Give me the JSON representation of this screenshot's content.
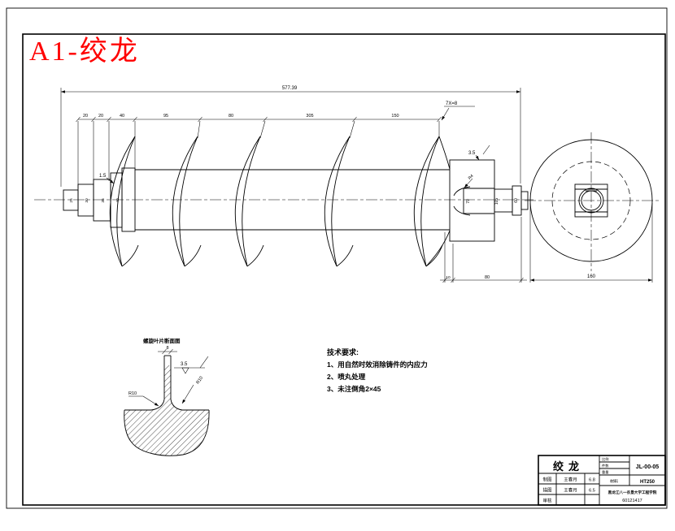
{
  "sheet": {
    "title": "A1-绞龙",
    "title_color": "#ff0000"
  },
  "main_view": {
    "overall_dim": "577.39",
    "segment_dims": [
      "20",
      "20",
      "40",
      "95",
      "80",
      "305",
      "150"
    ],
    "leader_note": "7X=8",
    "left_step_dims": [
      "25",
      "30",
      "35",
      "40"
    ],
    "left_chamfer": "1.5",
    "right_top_rough": "3.5",
    "right_fillet": "R4",
    "right_step_dims": [
      "70",
      "105",
      "60"
    ],
    "right_len_dims": [
      "10",
      "80"
    ]
  },
  "end_view": {
    "diameter_dim": "160"
  },
  "detail_view": {
    "title": "螺旋叶片断面图",
    "thickness_dim": "8",
    "rough": "3.5",
    "fillet_left": "R10",
    "fillet_right": "R10"
  },
  "tech_req": {
    "title": "技术要求:",
    "items": [
      "1、用自然时效消除铸件的内应力",
      "2、喷丸处理",
      "3、未注倒角2×45"
    ]
  },
  "title_block": {
    "part_name": "绞龙",
    "drawing_no": "JL-00-05",
    "rows": [
      {
        "label": "制图",
        "name": "王春月",
        "date": "6.8"
      },
      {
        "label": "描图",
        "name": "王春月",
        "date": "6.5"
      },
      {
        "label": "审核",
        "name": "",
        "date": ""
      }
    ],
    "mini_labels": [
      "比例",
      "件数",
      "重量"
    ],
    "material_label": "材料",
    "material": "HT250",
    "org": "黑龙江八一农垦大学工程学院",
    "serial": "60121417"
  }
}
